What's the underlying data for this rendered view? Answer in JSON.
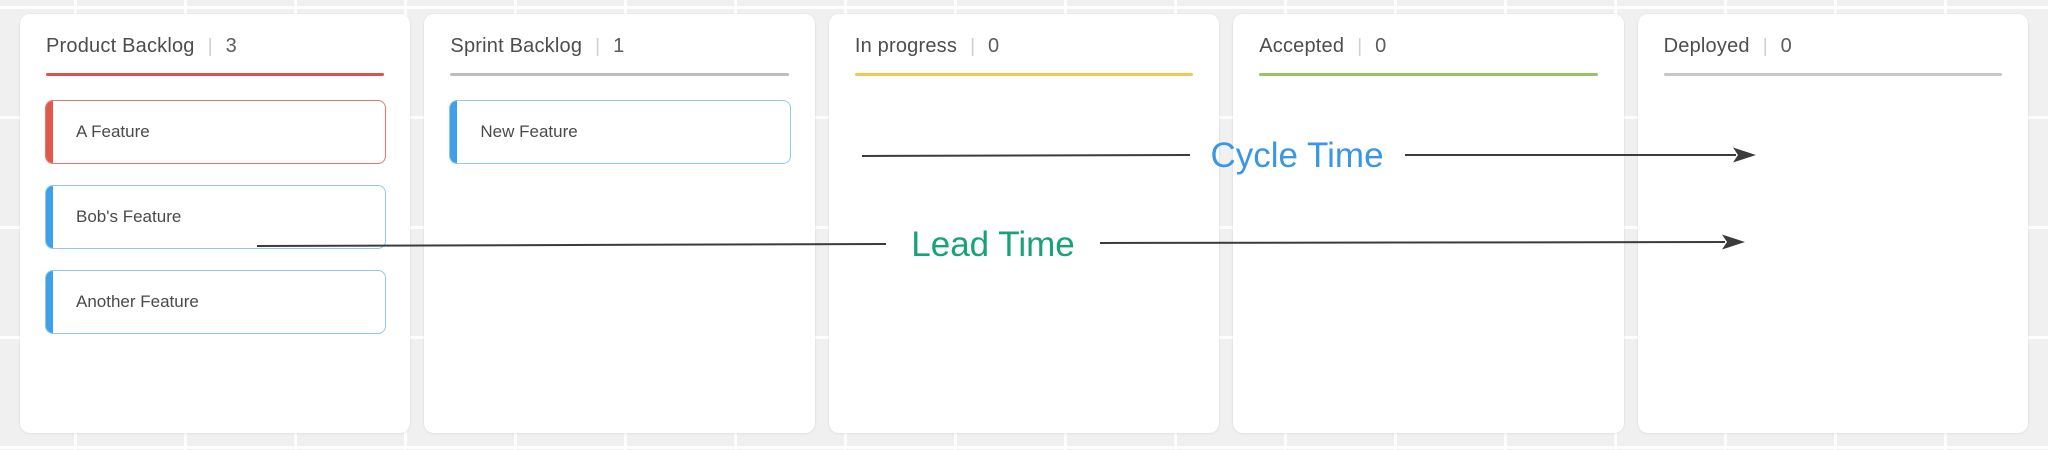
{
  "board": {
    "divider": "|",
    "columns": [
      {
        "title": "Product Backlog",
        "count": "3",
        "underline_color": "#d9544e",
        "cards": [
          {
            "label": "A Feature",
            "accent_color": "#e2574c"
          },
          {
            "label": "Bob's Feature",
            "accent_color": "#3da0e8"
          },
          {
            "label": "Another Feature",
            "accent_color": "#3da0e8"
          }
        ]
      },
      {
        "title": "Sprint Backlog",
        "count": "1",
        "underline_color": "#bdbdbd",
        "cards": [
          {
            "label": "New Feature",
            "accent_color": "#3da0e8"
          }
        ]
      },
      {
        "title": "In progress",
        "count": "0",
        "underline_color": "#ecca4d",
        "cards": []
      },
      {
        "title": "Accepted",
        "count": "0",
        "underline_color": "#98c464",
        "cards": []
      },
      {
        "title": "Deployed",
        "count": "0",
        "underline_color": "#c7c7c7",
        "cards": []
      }
    ]
  },
  "annotations": {
    "cycle_time": {
      "label": "Cycle Time"
    },
    "lead_time": {
      "label": "Lead Time"
    }
  },
  "colors": {
    "underline_product": "#d9544e",
    "underline_sprint": "#bdbdbd",
    "underline_inprogress": "#ecca4d",
    "underline_accepted": "#98c464",
    "underline_deployed": "#c7c7c7",
    "card_red_accent": "#e2574c",
    "card_red_border": "#e5776d",
    "card_blue_accent": "#3da0e8",
    "card_blue_border": "#90c8f0",
    "arrow_line": "#3c3c3c",
    "cycle_label": "#3b97e3",
    "lead_label": "#17a278"
  }
}
